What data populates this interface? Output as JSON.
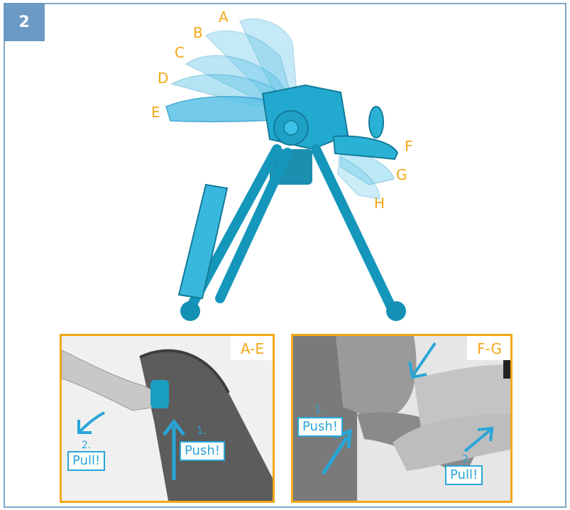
{
  "step_number": "2",
  "recline_positions": [
    "A",
    "B",
    "C",
    "D",
    "E"
  ],
  "tray_positions": [
    "F",
    "G",
    "H"
  ],
  "panel_ae": {
    "tag": "A-E",
    "push_step": "1.",
    "push_label": "Push!",
    "pull_step": "2.",
    "pull_label": "Pull!"
  },
  "panel_fg": {
    "tag": "F-G",
    "push_step": "1.",
    "push_label": "Push!",
    "pull_step": "2.",
    "pull_label": "Pull!"
  },
  "colors": {
    "accent_blue": "#29a6d8",
    "label_orange": "#f2a818",
    "frame": "#7fa8c9",
    "chair_teal": "#1fa3c4"
  }
}
